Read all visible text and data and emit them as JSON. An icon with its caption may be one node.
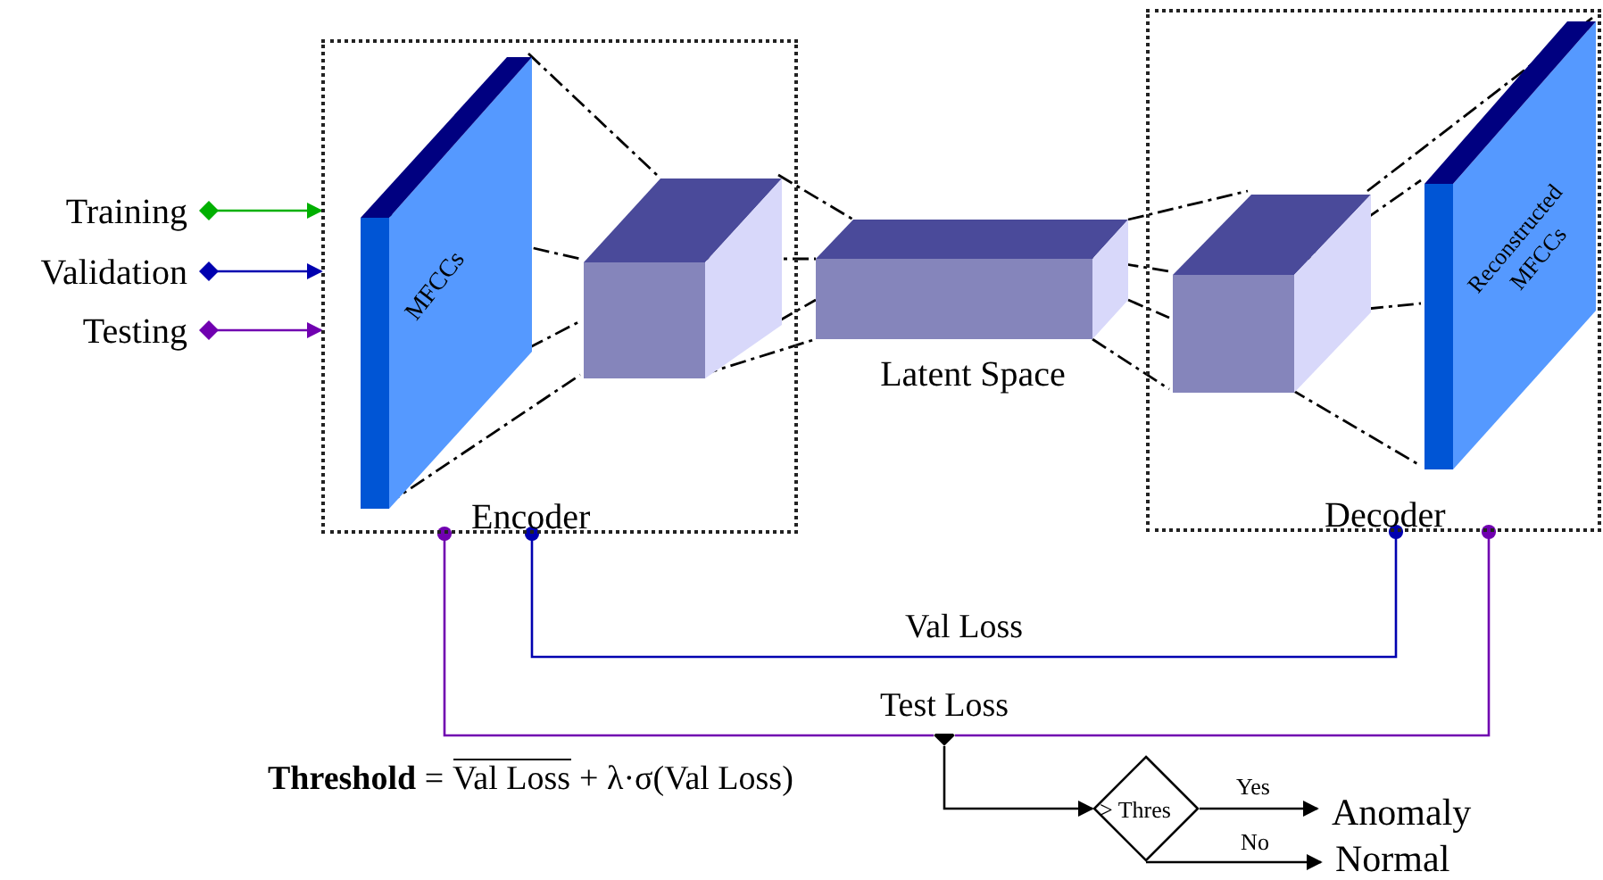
{
  "diagram": {
    "nodes": [
      {
        "text": [
          "Encoder"
        ]
      },
      {
        "text": [
          "MFCCs"
        ],
        "in": 0
      },
      {
        "text": [],
        "shape": "box",
        "in": 0
      },
      {
        "text": [
          "Latent Space"
        ]
      },
      {
        "text": [
          "Decoder"
        ]
      },
      {
        "text": [],
        "shape": "box",
        "in": 4
      },
      {
        "text": [
          "Reconstructed MFCCs"
        ],
        "in": 4
      },
      {
        "text": [
          "Training"
        ]
      },
      {
        "text": [
          "Validation"
        ]
      },
      {
        "text": [
          "Testing"
        ]
      },
      {
        "text": [],
        "shape": "diamond"
      },
      {
        "text": [
          "> Thres"
        ]
      },
      {
        "text": [
          "Anomaly"
        ]
      },
      {
        "text": [
          "Normal"
        ]
      }
    ],
    "edges": [
      {
        "from": 7,
        "to": 0,
        "arrow": "to",
        "color": "#00b000"
      },
      {
        "from": 8,
        "to": 0,
        "arrow": "to",
        "color": "#0000b0"
      },
      {
        "from": 9,
        "to": 0,
        "arrow": "to",
        "color": "#7000b0"
      },
      {
        "from": 1,
        "to": 2,
        "arrow": "none",
        "style": "dashed"
      },
      {
        "from": 1,
        "to": 2,
        "arrow": "none",
        "style": "dashed"
      },
      {
        "from": 1,
        "to": 2,
        "arrow": "none",
        "style": "dashed"
      },
      {
        "from": 1,
        "to": 2,
        "arrow": "none",
        "style": "dashed"
      },
      {
        "from": 2,
        "to": 3,
        "arrow": "none",
        "style": "dashed"
      },
      {
        "from": 2,
        "to": 3,
        "arrow": "none",
        "style": "dashed"
      },
      {
        "from": 2,
        "to": 3,
        "arrow": "none",
        "style": "dashed"
      },
      {
        "from": 2,
        "to": 3,
        "arrow": "none",
        "style": "dashed"
      },
      {
        "from": 3,
        "to": 5,
        "arrow": "none",
        "style": "dashed"
      },
      {
        "from": 3,
        "to": 5,
        "arrow": "none",
        "style": "dashed"
      },
      {
        "from": 3,
        "to": 5,
        "arrow": "none",
        "style": "dashed"
      },
      {
        "from": 3,
        "to": 5,
        "arrow": "none",
        "style": "dashed"
      },
      {
        "from": 5,
        "to": 6,
        "arrow": "none",
        "style": "dashed"
      },
      {
        "from": 5,
        "to": 6,
        "arrow": "none",
        "style": "dashed"
      },
      {
        "from": 5,
        "to": 6,
        "arrow": "none",
        "style": "dashed"
      },
      {
        "from": 5,
        "to": 6,
        "arrow": "none",
        "style": "dashed"
      },
      {
        "from": 0,
        "to": 4,
        "arrow": "other",
        "label": "Val Loss",
        "color": "#0000b0"
      },
      {
        "from": 0,
        "to": 10,
        "arrow": "other",
        "label": "Test Loss",
        "color": "#7000b0"
      },
      {
        "from": 4,
        "to": 10,
        "arrow": "other",
        "color": "#7000b0"
      },
      {
        "from": 10,
        "to": 11,
        "arrow": "to"
      },
      {
        "from": 11,
        "to": 12,
        "arrow": "to",
        "label": "Yes"
      },
      {
        "from": 11,
        "to": 13,
        "arrow": "to",
        "label": "No"
      }
    ],
    "labels": [
      "**Threshold** =",
      "Val Loss",
      "+ λ·σ(Val Loss)"
    ]
  }
}
